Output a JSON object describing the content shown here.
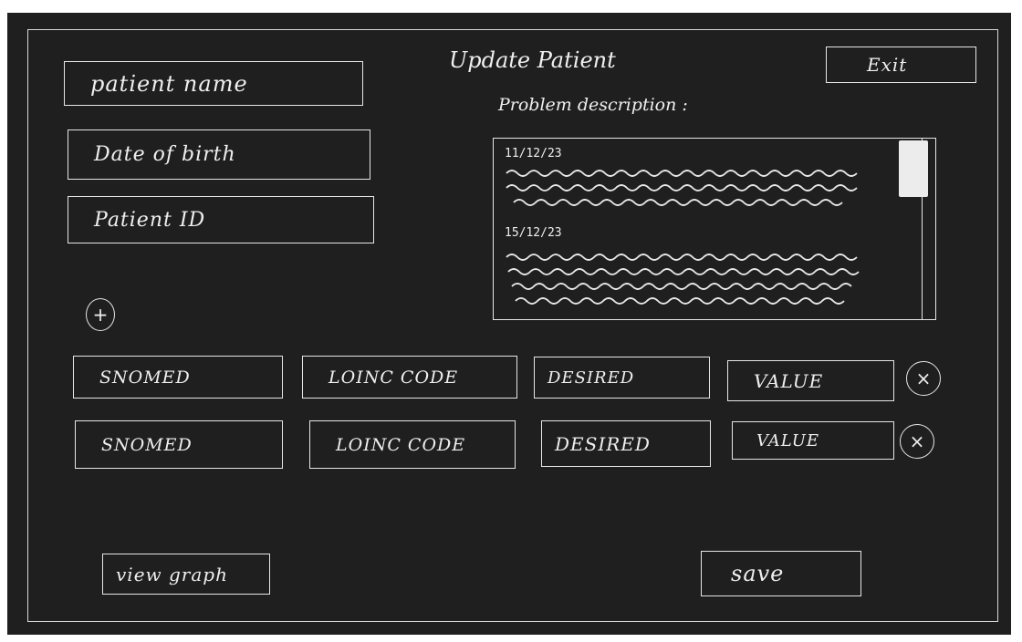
{
  "header": {
    "title": "Update Patient",
    "exit_label": "Exit",
    "problem_label": "Problem description :"
  },
  "fields": {
    "patient_name": "patient name",
    "date_of_birth": "Date of birth",
    "patient_id": "Patient ID"
  },
  "problem_log": {
    "entries": [
      {
        "date": "11/12/23"
      },
      {
        "date": "15/12/23"
      }
    ]
  },
  "add_icon": "plus-icon",
  "code_rows": [
    {
      "snomed": "SNOMED",
      "loinc": "LOINC CODE",
      "desired": "DESIRED",
      "value": "VALUE",
      "remove_icon": "close-icon"
    },
    {
      "snomed": "SNOMED",
      "loinc": "LOINC CODE",
      "desired": "DESIRED",
      "value": "VALUE",
      "remove_icon": "close-icon"
    }
  ],
  "footer": {
    "view_graph_label": "view graph",
    "save_label": "save"
  }
}
